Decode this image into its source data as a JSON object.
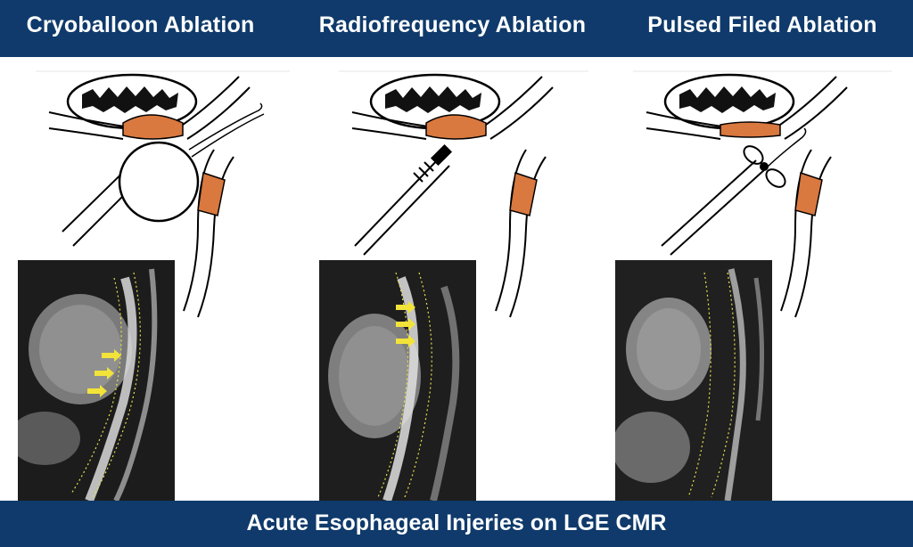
{
  "panels": [
    {
      "title": "Cryoballoon Ablation"
    },
    {
      "title": "Radiofrequency Ablation"
    },
    {
      "title": "Pulsed Filed Ablation"
    }
  ],
  "footer": {
    "title": "Acute Esophageal Injeries on LGE CMR"
  },
  "colors": {
    "banner": "#0f3a6b",
    "lesion": "#d9783f",
    "arrow": "#f2e33a",
    "outline": "#000000"
  },
  "icons": {
    "balloon": "cryoballoon-icon",
    "rf_catheter": "rf-catheter-icon",
    "pfa_catheter": "pfa-catheter-icon",
    "arrow": "yellow-arrow-icon"
  },
  "mri_arrows": {
    "cryoballoon": 3,
    "radiofrequency": 3,
    "pulsed_field": 0
  }
}
